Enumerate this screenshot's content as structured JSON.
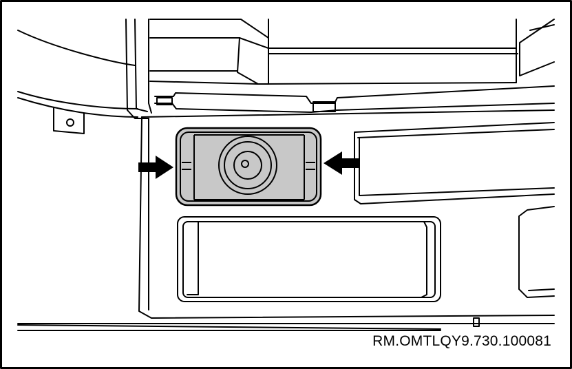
{
  "figure": {
    "reference_code": "RM.OMTLQY9.730.100081",
    "highlight_fill": "#c8c8c8",
    "line_color": "#000000",
    "background": "#ffffff",
    "callouts": [
      {
        "name": "left-press-arrow",
        "direction": "right"
      },
      {
        "name": "right-press-arrow",
        "direction": "left"
      }
    ],
    "highlighted_part": "socket-cover-icon"
  }
}
